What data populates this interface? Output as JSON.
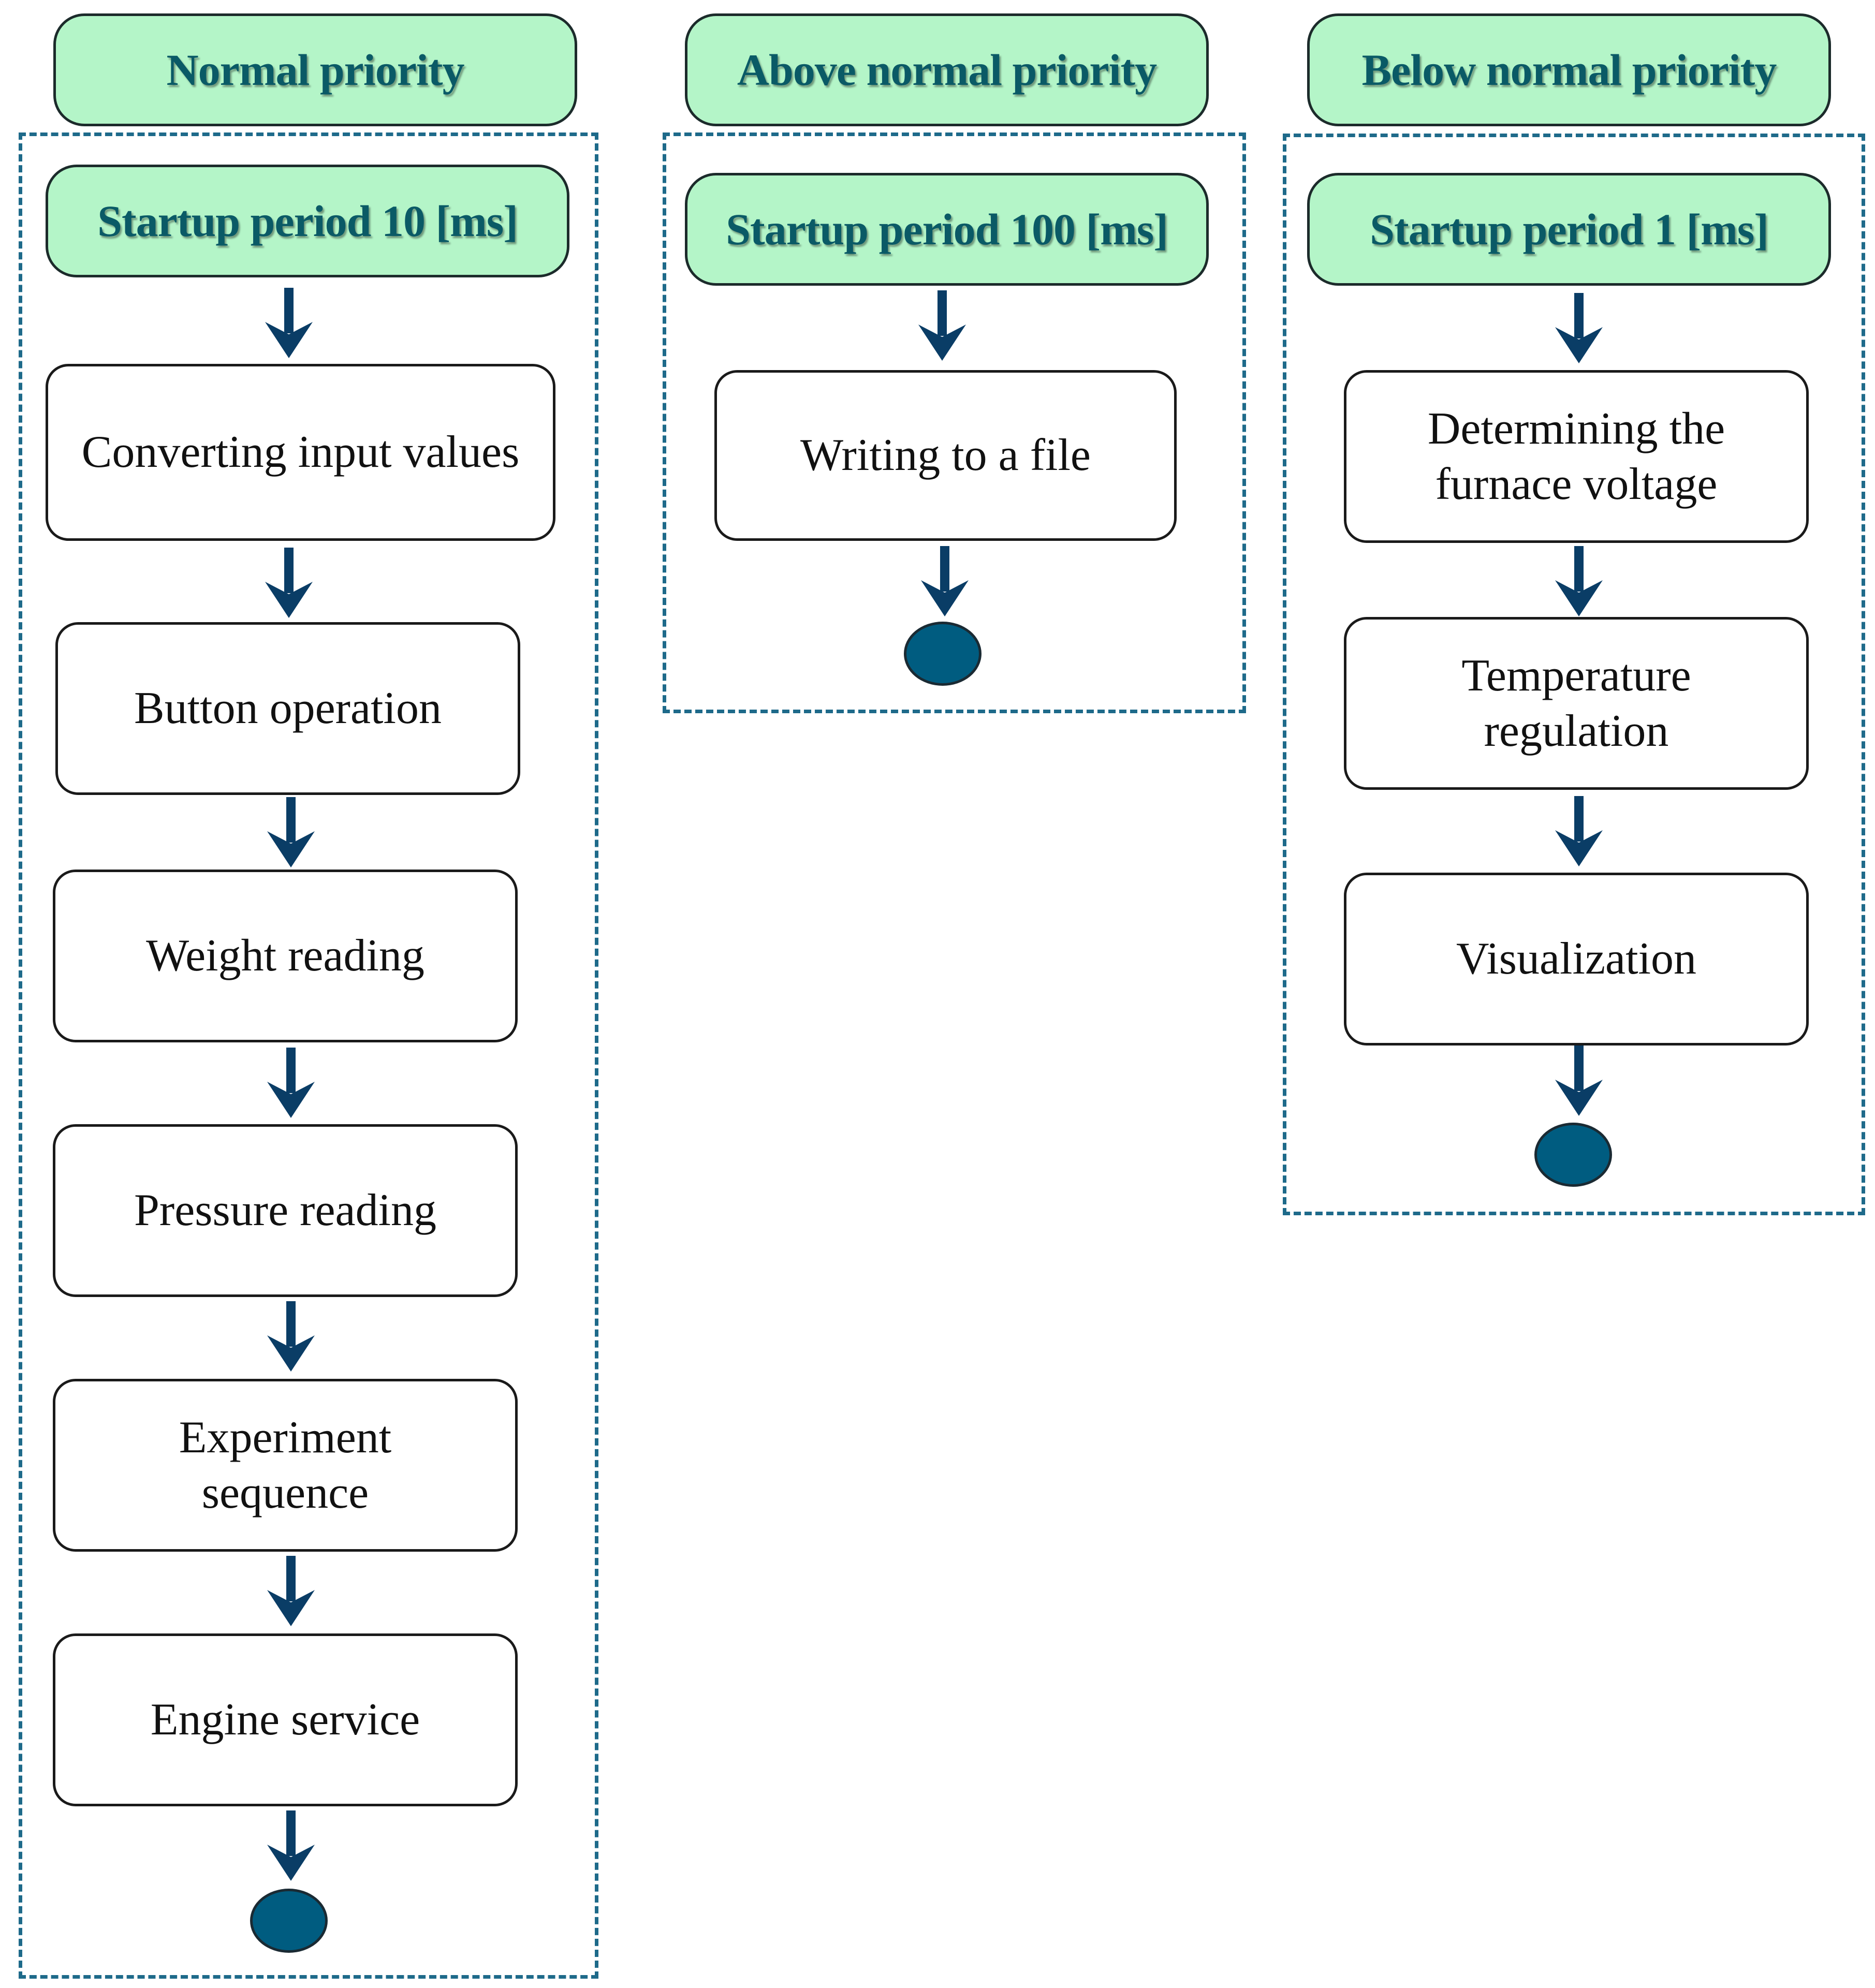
{
  "colors": {
    "header_fill": "#b4f5c8",
    "header_text": "#0a5a66",
    "dashed_border": "#1e6a8a",
    "arrow": "#0a3d66",
    "end_dot": "#005c80"
  },
  "columns": [
    {
      "priority": "Normal priority",
      "startup": "Startup period 10 [ms]",
      "steps": [
        "Converting  input  values",
        "Button  operation",
        "Weight  reading",
        "Pressure  reading",
        "Experiment\nsequence",
        "Engine  service"
      ]
    },
    {
      "priority": "Above normal priority",
      "startup": "Startup period 100 [ms]",
      "steps": [
        "Writing to a file"
      ]
    },
    {
      "priority": "Below normal priority",
      "startup": "Startup period 1 [ms]",
      "steps": [
        "Determining the\nfurnace voltage",
        "Temperature\nregulation",
        "Visualization"
      ]
    }
  ],
  "icons": {
    "arrow": "down-arrow-icon",
    "end": "end-node-icon"
  }
}
